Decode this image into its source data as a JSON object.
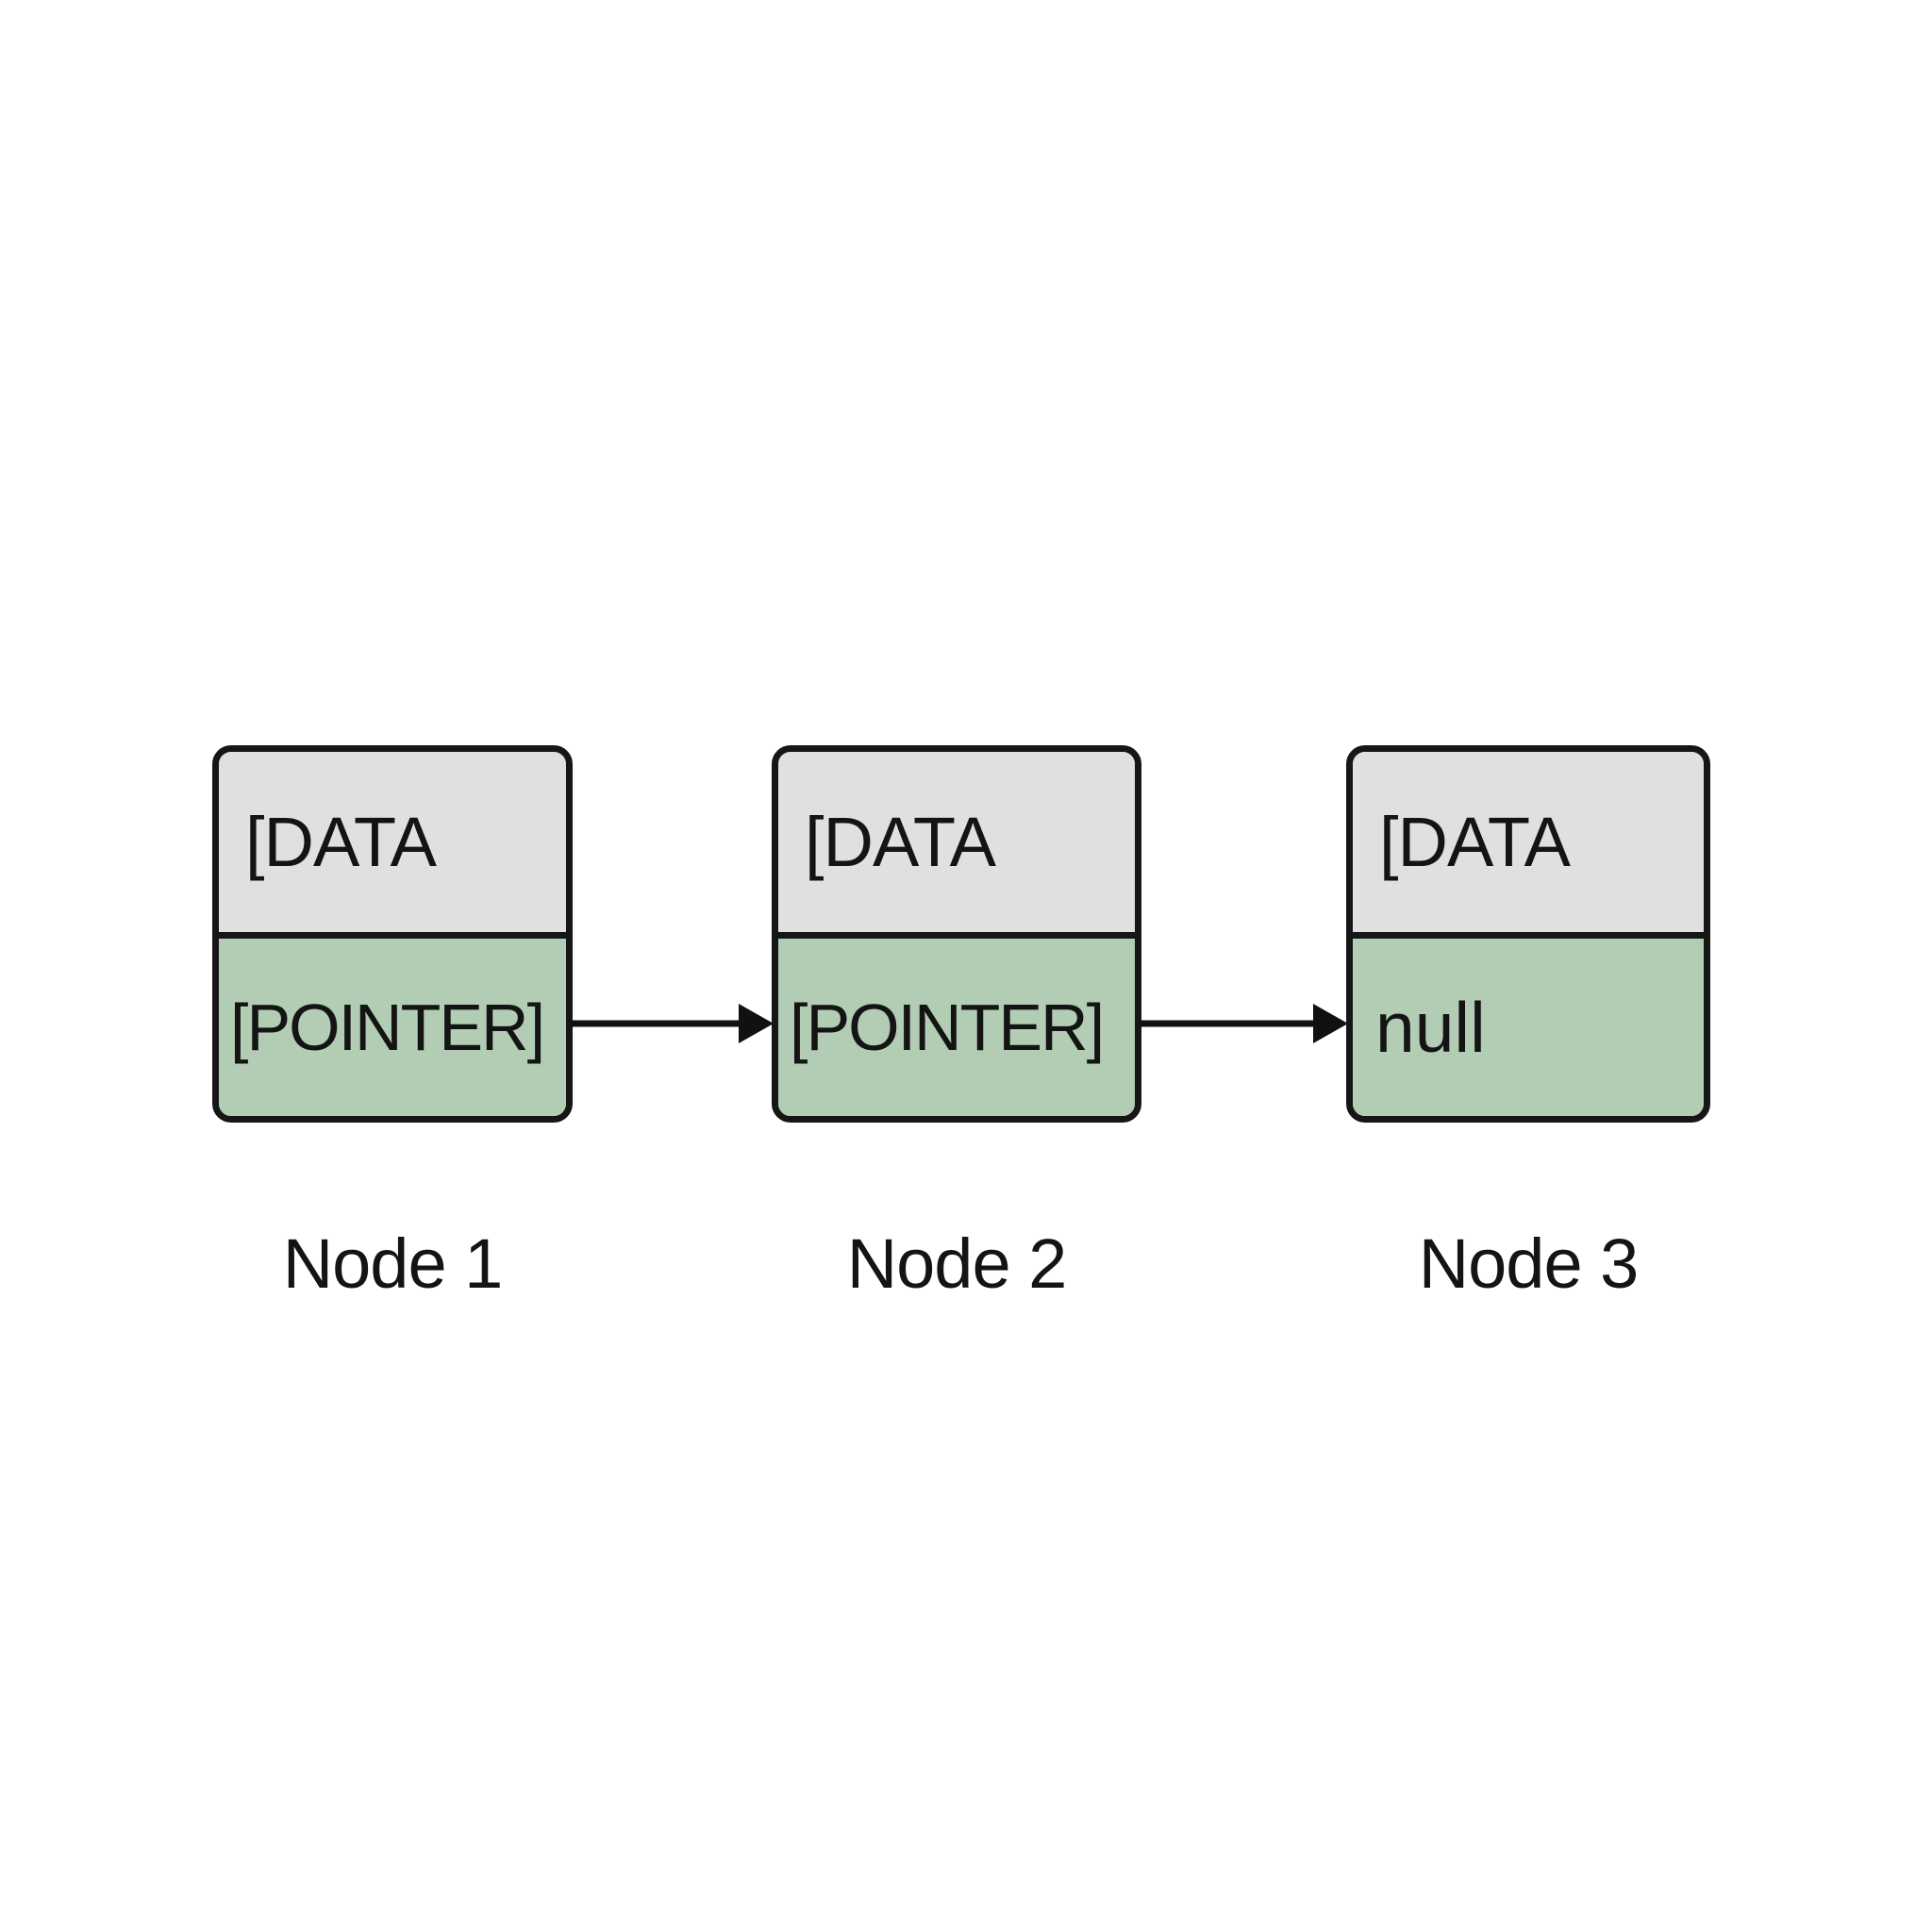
{
  "colors": {
    "background": "#ffffff",
    "data_fill": "#e0e0e0",
    "pointer_fill": "#b2cdb4",
    "border": "#161616",
    "arrow": "#111111",
    "text": "#141414"
  },
  "nodes": [
    {
      "label": "Node 1",
      "data": "[DATA",
      "pointer": "[POINTER]"
    },
    {
      "label": "Node 2",
      "data": "[DATA",
      "pointer": "[POINTER]"
    },
    {
      "label": "Node 3",
      "data": "[DATA",
      "pointer": "null"
    }
  ],
  "arrows": [
    {
      "from": "Node 1",
      "to": "Node 2"
    },
    {
      "from": "Node 2",
      "to": "Node 3"
    }
  ]
}
